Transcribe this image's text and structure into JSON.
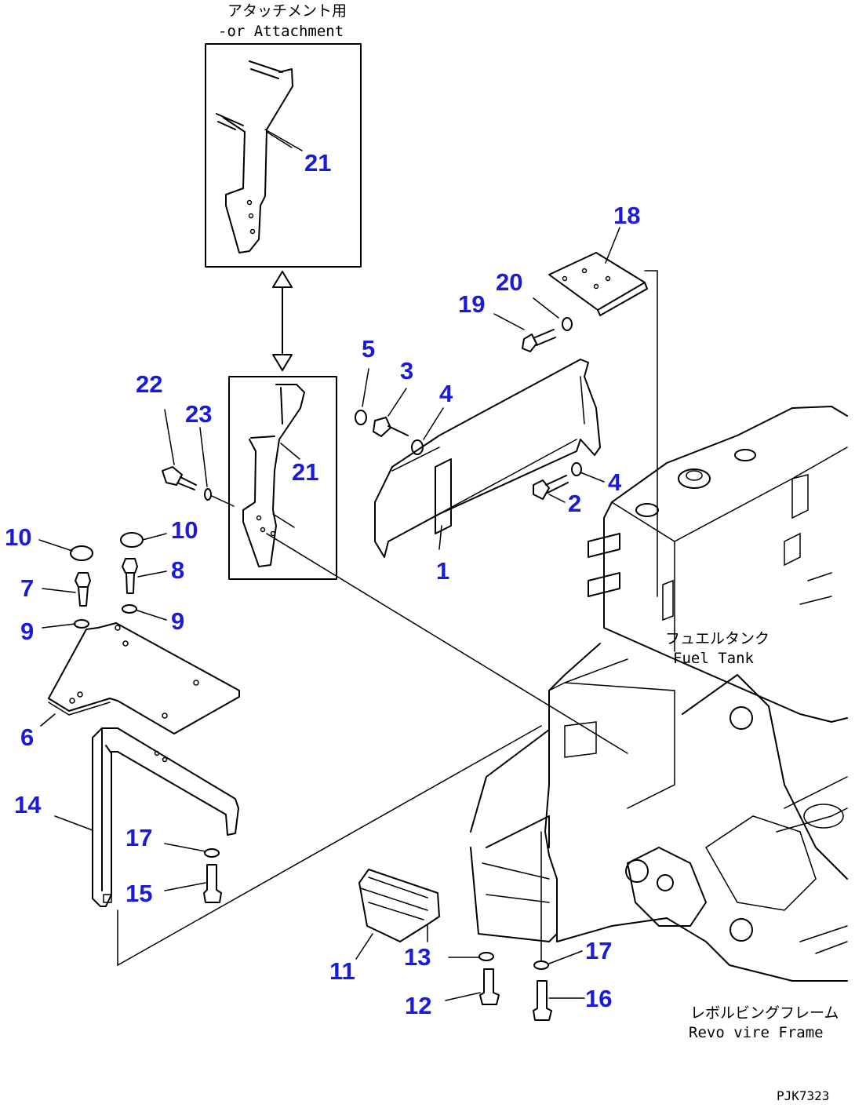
{
  "captions": {
    "attachment_jp": "アタッチメント用",
    "attachment_en": "-or Attachment",
    "fuel_tank_jp": "フュエルタンク",
    "fuel_tank_en": "Fuel Tank",
    "frame_jp": "レボルビングフレーム",
    "frame_en": "Revo vire Frame",
    "drawing_code": "PJK7323"
  },
  "part_numbers": [
    {
      "id": "n21a",
      "label": "21"
    },
    {
      "id": "n18",
      "label": "18"
    },
    {
      "id": "n20",
      "label": "20"
    },
    {
      "id": "n19",
      "label": "19"
    },
    {
      "id": "n5",
      "label": "5"
    },
    {
      "id": "n3",
      "label": "3"
    },
    {
      "id": "n4a",
      "label": "4"
    },
    {
      "id": "n22",
      "label": "22"
    },
    {
      "id": "n23",
      "label": "23"
    },
    {
      "id": "n21b",
      "label": "21"
    },
    {
      "id": "n4b",
      "label": "4"
    },
    {
      "id": "n2",
      "label": "2"
    },
    {
      "id": "n10a",
      "label": "10"
    },
    {
      "id": "n10b",
      "label": "10"
    },
    {
      "id": "n8",
      "label": "8"
    },
    {
      "id": "n7",
      "label": "7"
    },
    {
      "id": "n1",
      "label": "1"
    },
    {
      "id": "n9a",
      "label": "9"
    },
    {
      "id": "n9b",
      "label": "9"
    },
    {
      "id": "n6",
      "label": "6"
    },
    {
      "id": "n14",
      "label": "14"
    },
    {
      "id": "n17a",
      "label": "17"
    },
    {
      "id": "n15",
      "label": "15"
    },
    {
      "id": "n17b",
      "label": "17"
    },
    {
      "id": "n13",
      "label": "13"
    },
    {
      "id": "n11",
      "label": "11"
    },
    {
      "id": "n16",
      "label": "16"
    },
    {
      "id": "n12",
      "label": "12"
    }
  ]
}
